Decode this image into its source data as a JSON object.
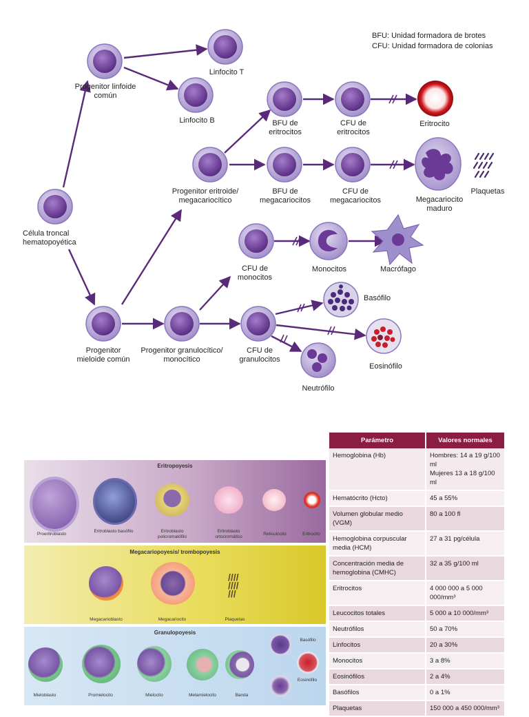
{
  "legend": {
    "bfu": "BFU:  Unidad formadora de brotes",
    "cfu": "CFU:  Unidad formadora de colonias"
  },
  "diagram_labels": {
    "stem": [
      "Célula troncal",
      "hematopoyética"
    ],
    "lymphoid": [
      "Progenitor linfoide",
      "común"
    ],
    "lymph_t": [
      "Linfocito T"
    ],
    "lymph_b": [
      "Linfocito B"
    ],
    "erymeg": [
      "Progenitor eritroide/",
      "megacariocítico"
    ],
    "bfu_e": [
      "BFU de",
      "eritrocitos"
    ],
    "cfu_e": [
      "CFU de",
      "eritrocitos"
    ],
    "eritrocito": [
      "Eritrocito"
    ],
    "bfu_m": [
      "BFU de",
      "megacariocitos"
    ],
    "cfu_m": [
      "CFU de",
      "megacariocitos"
    ],
    "megak": [
      "Megacariocito",
      "maduro"
    ],
    "plaquetas": [
      "Plaquetas"
    ],
    "cfu_mono": [
      "CFU de",
      "monocitos"
    ],
    "monocitos": [
      "Monocitos"
    ],
    "macrofago": [
      "Macrófago"
    ],
    "basofilo": [
      "Basófilo"
    ],
    "eosinofilo": [
      "Eosinófilo"
    ],
    "neutrofilo": [
      "Neutrófilo"
    ],
    "myeloid": [
      "Progenitor",
      "mieloide común"
    ],
    "granmono": [
      "Progenitor granulocítico/",
      "monocítico"
    ],
    "cfu_g": [
      "CFU de",
      "granulocitos"
    ]
  },
  "stages": {
    "erythro_title": "Eritropoyesis",
    "erythro_caps": [
      "Proeritroblasto",
      "Eritroblasto basófilo",
      "Eritroblasto policromatófilo",
      "Eritroblasto ortocromático",
      "Reticulocito",
      "Eritrocito"
    ],
    "mega_title": "Megacariopoyesis/ trombopoyesis",
    "mega_caps": [
      "Megacarioblasto",
      "Megacariocito",
      "Plaquetas"
    ],
    "granulo_title": "Granulopoyesis",
    "granulo_caps": [
      "Mieloblasto",
      "Promielocito",
      "Mielocito",
      "Metamielocito",
      "Banda"
    ],
    "granulo_side": [
      "Basófilo",
      "Eosinófilo"
    ]
  },
  "table": {
    "headers": [
      "Parámetro",
      "Valores normales"
    ],
    "rows": [
      [
        "Hemoglobina (Hb)",
        "Hombres: 14 a 19 g/100 ml\nMujeres 13 a 18 g/100 ml"
      ],
      [
        "Hematócrito (Hcto)",
        "45 a 55%"
      ],
      [
        "Volumen globular medio (VGM)",
        "80 a 100 fl"
      ],
      [
        "Hemoglobina corpuscular media (HCM)",
        "27 a 31 pg/célula"
      ],
      [
        "Concentración media de hemoglobina (CMHC)",
        "32 a 35 g/100 ml"
      ],
      [
        "Eritrocitos",
        "4 000 000 a 5 000 000/mm³"
      ],
      [
        "Leucocitos totales",
        "5 000 a 10 000/mm³"
      ],
      [
        "Neutrófilos",
        "50 a 70%"
      ],
      [
        "Linfocitos",
        "20 a 30%"
      ],
      [
        "Monocitos",
        "3 a 8%"
      ],
      [
        "Eosinófilos",
        "2 a 4%"
      ],
      [
        "Basófilos",
        "0 a 1%"
      ],
      [
        "Plaquetas",
        "150 000 a 450 000/mm³"
      ]
    ]
  },
  "colors": {
    "cell_outer": "#b7a6d8",
    "cell_inner": "#6a3a96",
    "arrow": "#5a2a7a",
    "table_header": "#8b1c44",
    "erythro_band": "#8a5a9a",
    "mega_band": "#e6d94a",
    "granulo_band": "#bcd8ee"
  }
}
